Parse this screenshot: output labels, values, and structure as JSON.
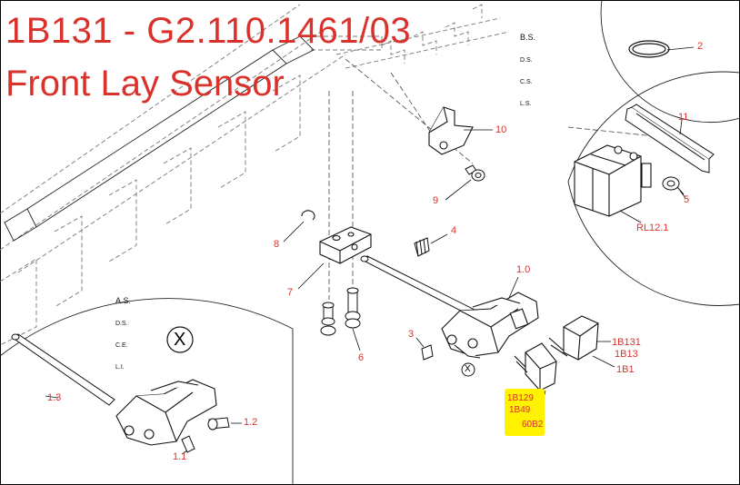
{
  "title": {
    "line1": "1B131 - G2.110.1461/03",
    "line2": "Front Lay Sensor"
  },
  "legend_bs": {
    "head": "B.S.",
    "lines": [
      "D.S.",
      "C.S.",
      "L.S."
    ]
  },
  "legend_as": {
    "head": "A.S.",
    "lines": [
      "D.S.",
      "C.E.",
      "L.I."
    ]
  },
  "callouts": {
    "c2": "2",
    "c11": "11",
    "c10": "10",
    "c5": "5",
    "c9": "9",
    "rl": "RL12.1",
    "c8": "8",
    "c4": "4",
    "c7": "7",
    "c10b": "1.0",
    "c6": "6",
    "c3": "3",
    "c13": "1.3",
    "c12": "1.2",
    "c11b": "1.1",
    "b131": "1B131",
    "b13": "1B13",
    "b1": "1B1"
  },
  "highlighted_labels": [
    "1B129",
    "1B49",
    "60B2"
  ],
  "detail_marker": "X",
  "colors": {
    "callout": "#d9322d",
    "highlight": "#fff200",
    "line": "#111111"
  }
}
